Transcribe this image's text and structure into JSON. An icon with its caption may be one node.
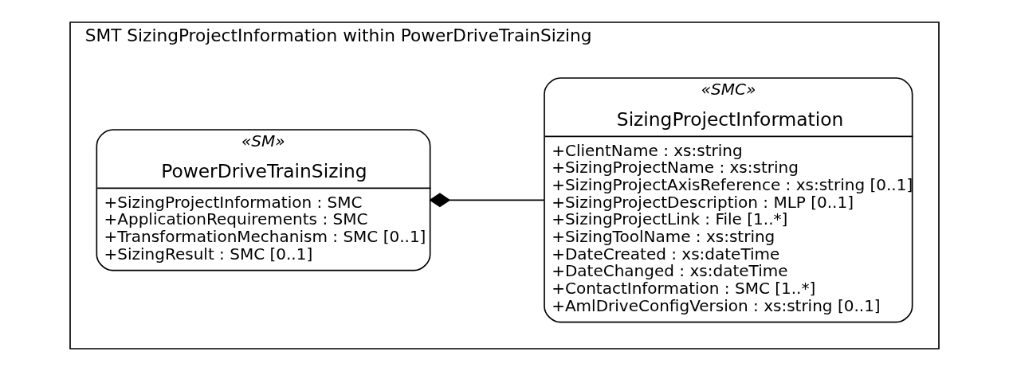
{
  "diagram": {
    "nodes": [
      {
        "text": [
          "SMT SizingProjectInformation within PowerDriveTrainSizing"
        ]
      },
      {
        "text": [
          "«SM»",
          "PowerDriveTrainSizing",
          "+SizingProjectInformation : SMC",
          "+ApplicationRequirements : SMC",
          "+TransformationMechanism : SMC [0..1]",
          "+SizingResult : SMC [0..1]"
        ],
        "in": 0
      },
      {
        "text": [
          "«SMC»",
          "SizingProjectInformation",
          "+ClientName : xs:string",
          "+SizingProjectName : xs:string",
          "+SizingProjectAxisReference : xs:string [0..1]",
          "+SizingProjectDescription : MLP [0..1]",
          "+SizingProjectLink : File [1..*]",
          "+SizingToolName : xs:string",
          "+DateCreated : xs:dateTime",
          "+DateChanged : xs:dateTime",
          "+ContactInformation : SMC [1..*]",
          "+AmlDriveConfigVersion : xs:string [0..1]"
        ],
        "in": 0
      }
    ],
    "edges": [
      {
        "from": 1,
        "to": 2,
        "arrow": "other"
      }
    ]
  }
}
